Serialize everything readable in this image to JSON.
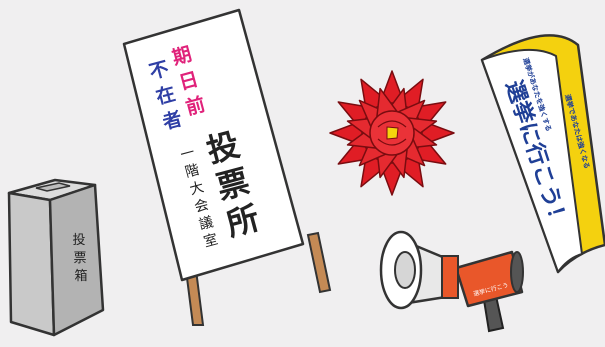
{
  "ballot_box": {
    "label": [
      "投",
      "票",
      "箱"
    ]
  },
  "signboard": {
    "line_magenta": [
      "期",
      "日",
      "前"
    ],
    "line_blue": [
      "不",
      "在",
      "者"
    ],
    "big": [
      "投",
      "票",
      "所"
    ],
    "small": [
      "一",
      "階",
      "大",
      "会",
      "議",
      "室"
    ],
    "colors": {
      "magenta": "#e0227a",
      "blue": "#2f3fa5",
      "ink": "#222222"
    }
  },
  "rosette": {
    "petal_color": "#e01d25",
    "center_color": "#f5d40d"
  },
  "megaphone": {
    "label": "選挙に行こう",
    "body_color": "#e9572a"
  },
  "banner": {
    "main": "選挙に行こう！",
    "line1": "選挙があなたを強くする",
    "line2": "選挙であなたは強くなる",
    "stripe_color": "#f4d10f",
    "text_color": "#1f3f96"
  }
}
